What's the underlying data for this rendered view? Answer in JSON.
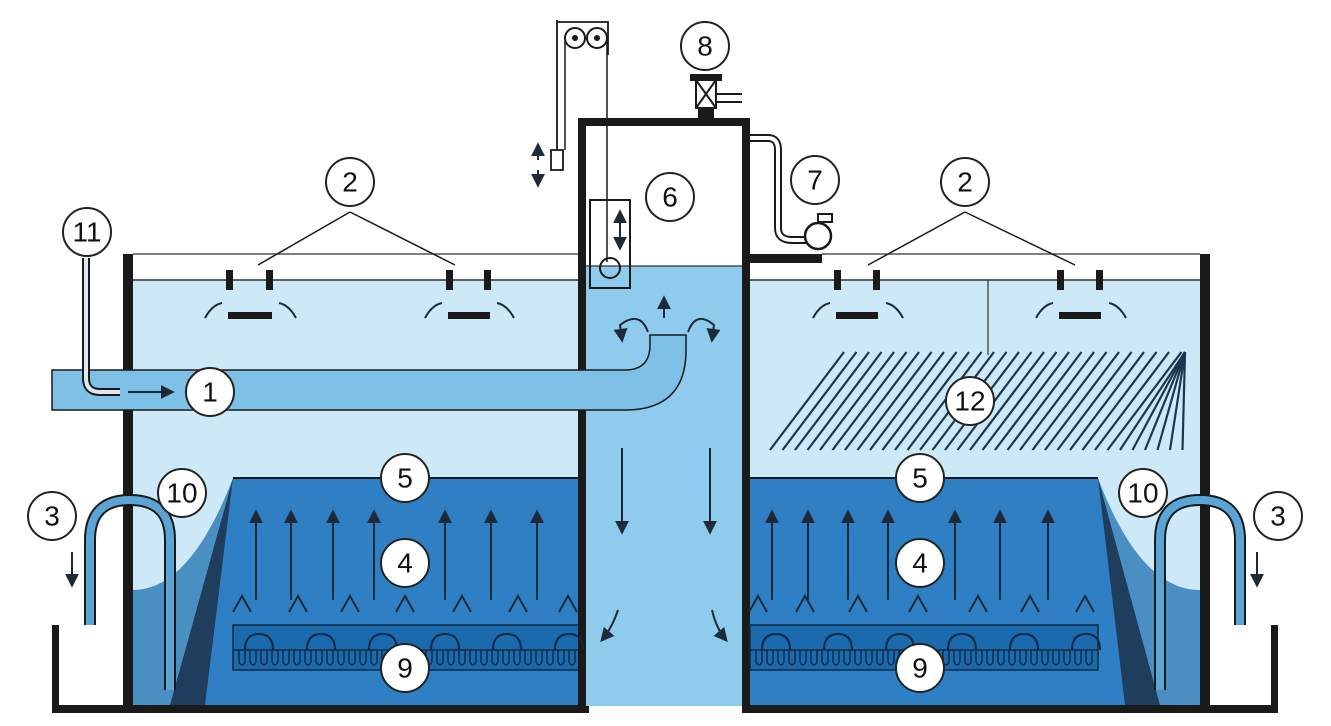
{
  "colors": {
    "light_water": "#cde9f7",
    "mid_water": "#8fcbec",
    "sludge_blanket": "#2e7fc4",
    "sludge_dark": "#1c6aae",
    "pipe": "#7fc0e6",
    "wall": "#1a1a1a",
    "cone": "#4a8fc2"
  },
  "callouts": [
    {
      "id": "c1",
      "label": "1"
    },
    {
      "id": "c2a",
      "label": "2"
    },
    {
      "id": "c2b",
      "label": "2"
    },
    {
      "id": "c3a",
      "label": "3"
    },
    {
      "id": "c3b",
      "label": "3"
    },
    {
      "id": "c4a",
      "label": "4"
    },
    {
      "id": "c4b",
      "label": "4"
    },
    {
      "id": "c5a",
      "label": "5"
    },
    {
      "id": "c5b",
      "label": "5"
    },
    {
      "id": "c6",
      "label": "6"
    },
    {
      "id": "c7",
      "label": "7"
    },
    {
      "id": "c8",
      "label": "8"
    },
    {
      "id": "c9a",
      "label": "9"
    },
    {
      "id": "c9b",
      "label": "9"
    },
    {
      "id": "c10a",
      "label": "10"
    },
    {
      "id": "c10b",
      "label": "10"
    },
    {
      "id": "c11",
      "label": "11"
    },
    {
      "id": "c12",
      "label": "12"
    }
  ]
}
